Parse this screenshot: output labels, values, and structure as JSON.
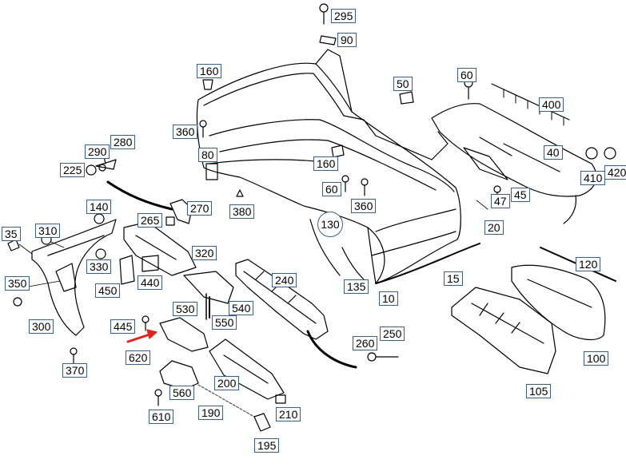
{
  "colors": {
    "line": "#000000",
    "label_border": "#3b5f8a",
    "arrow": "#e2231a",
    "dash": "#555555"
  },
  "callouts": [
    {
      "id": "295",
      "text": "295"
    },
    {
      "id": "90",
      "text": "90"
    },
    {
      "id": "160a",
      "text": "160"
    },
    {
      "id": "50",
      "text": "50"
    },
    {
      "id": "60a",
      "text": "60"
    },
    {
      "id": "400",
      "text": "400"
    },
    {
      "id": "360a",
      "text": "360"
    },
    {
      "id": "80",
      "text": "80"
    },
    {
      "id": "290",
      "text": "290"
    },
    {
      "id": "280",
      "text": "280"
    },
    {
      "id": "225",
      "text": "225"
    },
    {
      "id": "160b",
      "text": "160"
    },
    {
      "id": "40",
      "text": "40"
    },
    {
      "id": "410",
      "text": "410"
    },
    {
      "id": "420",
      "text": "420"
    },
    {
      "id": "60b",
      "text": "60"
    },
    {
      "id": "45",
      "text": "45"
    },
    {
      "id": "47",
      "text": "47"
    },
    {
      "id": "360b",
      "text": "360"
    },
    {
      "id": "140",
      "text": "140"
    },
    {
      "id": "270",
      "text": "270"
    },
    {
      "id": "380",
      "text": "380"
    },
    {
      "id": "265",
      "text": "265"
    },
    {
      "id": "35",
      "text": "35"
    },
    {
      "id": "310",
      "text": "310"
    },
    {
      "id": "130",
      "text": "130"
    },
    {
      "id": "20",
      "text": "20"
    },
    {
      "id": "320",
      "text": "320"
    },
    {
      "id": "330",
      "text": "330"
    },
    {
      "id": "120",
      "text": "120"
    },
    {
      "id": "350",
      "text": "350"
    },
    {
      "id": "240",
      "text": "240"
    },
    {
      "id": "15",
      "text": "15"
    },
    {
      "id": "450",
      "text": "450"
    },
    {
      "id": "440",
      "text": "440"
    },
    {
      "id": "135",
      "text": "135"
    },
    {
      "id": "10",
      "text": "10"
    },
    {
      "id": "540",
      "text": "540"
    },
    {
      "id": "530",
      "text": "530"
    },
    {
      "id": "550",
      "text": "550"
    },
    {
      "id": "300",
      "text": "300"
    },
    {
      "id": "445",
      "text": "445"
    },
    {
      "id": "250",
      "text": "250"
    },
    {
      "id": "260",
      "text": "260"
    },
    {
      "id": "620",
      "text": "620"
    },
    {
      "id": "100",
      "text": "100"
    },
    {
      "id": "370",
      "text": "370"
    },
    {
      "id": "200",
      "text": "200"
    },
    {
      "id": "105",
      "text": "105"
    },
    {
      "id": "560",
      "text": "560"
    },
    {
      "id": "610",
      "text": "610"
    },
    {
      "id": "190",
      "text": "190"
    },
    {
      "id": "210",
      "text": "210"
    },
    {
      "id": "195",
      "text": "195"
    }
  ]
}
